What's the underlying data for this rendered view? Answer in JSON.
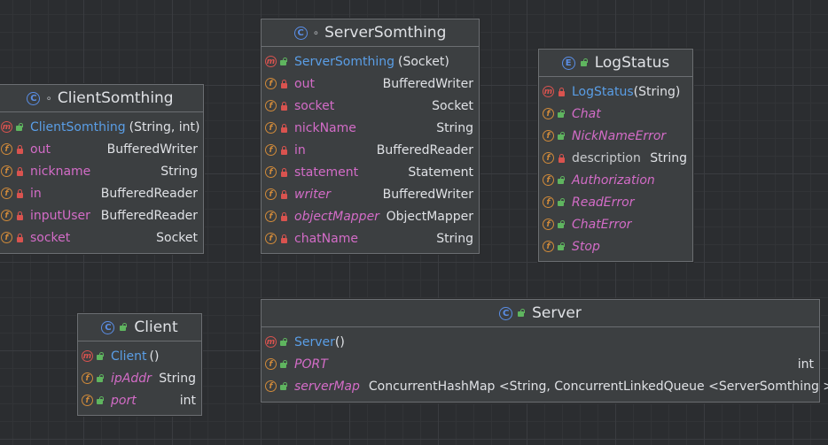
{
  "classes": {
    "clientSomthing": {
      "title": "ClientSomthing",
      "kind_icon": "C",
      "members": [
        {
          "kind": "m",
          "name": "ClientSomthing",
          "params": "(String, int)",
          "type": ""
        },
        {
          "kind": "f",
          "name": "out",
          "type": "BufferedWriter"
        },
        {
          "kind": "f",
          "name": "nickname",
          "type": "String"
        },
        {
          "kind": "f",
          "name": "in",
          "type": "BufferedReader"
        },
        {
          "kind": "f",
          "name": "inputUser",
          "type": "BufferedReader"
        },
        {
          "kind": "f",
          "name": "socket",
          "type": "Socket"
        }
      ]
    },
    "serverSomthing": {
      "title": "ServerSomthing",
      "kind_icon": "C",
      "members": [
        {
          "kind": "m",
          "name": "ServerSomthing",
          "params": "(Socket)",
          "type": ""
        },
        {
          "kind": "f",
          "name": "out",
          "type": "BufferedWriter"
        },
        {
          "kind": "f",
          "name": "socket",
          "type": "Socket"
        },
        {
          "kind": "f",
          "name": "nickName",
          "type": "String"
        },
        {
          "kind": "f",
          "name": "in",
          "type": "BufferedReader"
        },
        {
          "kind": "f",
          "name": "statement",
          "type": "Statement"
        },
        {
          "kind": "f",
          "name": "writer",
          "type": "BufferedWriter"
        },
        {
          "kind": "f",
          "name": "objectMapper",
          "type": "ObjectMapper"
        },
        {
          "kind": "f",
          "name": "chatName",
          "type": "String"
        }
      ]
    },
    "logStatus": {
      "title": "LogStatus",
      "kind_icon": "E",
      "members": [
        {
          "kind": "m",
          "name": "LogStatus",
          "params": "(String)",
          "type": ""
        },
        {
          "kind": "f",
          "name": "Chat",
          "type": ""
        },
        {
          "kind": "f",
          "name": "NickNameError",
          "type": ""
        },
        {
          "kind": "f",
          "name": "description",
          "type": "String"
        },
        {
          "kind": "f",
          "name": "Authorization",
          "type": ""
        },
        {
          "kind": "f",
          "name": "ReadError",
          "type": ""
        },
        {
          "kind": "f",
          "name": "ChatError",
          "type": ""
        },
        {
          "kind": "f",
          "name": "Stop",
          "type": ""
        }
      ]
    },
    "client": {
      "title": "Client",
      "kind_icon": "C",
      "members": [
        {
          "kind": "m",
          "name": "Client",
          "params": "()",
          "type": ""
        },
        {
          "kind": "f",
          "name": "ipAddr",
          "type": "String"
        },
        {
          "kind": "f",
          "name": "port",
          "type": "int"
        }
      ]
    },
    "server": {
      "title": "Server",
      "kind_icon": "C",
      "members": [
        {
          "kind": "m",
          "name": "Server",
          "params": "()",
          "type": ""
        },
        {
          "kind": "f",
          "name": "PORT",
          "type": "int"
        },
        {
          "kind": "f",
          "name": "serverMap",
          "type": "ConcurrentHashMap <String, ConcurrentLinkedQueue <ServerSomthing >>"
        }
      ]
    }
  },
  "icons": {
    "method": "m",
    "field": "f",
    "class": "C",
    "enum": "E"
  },
  "colors": {
    "background": "#2b2d30",
    "box": "#3c3f41",
    "method_name": "#5a9ee6",
    "field_name": "#d36cc7",
    "class_icon": "#5a8ee6",
    "method_icon": "#d9534f",
    "field_icon": "#d08a3a"
  }
}
